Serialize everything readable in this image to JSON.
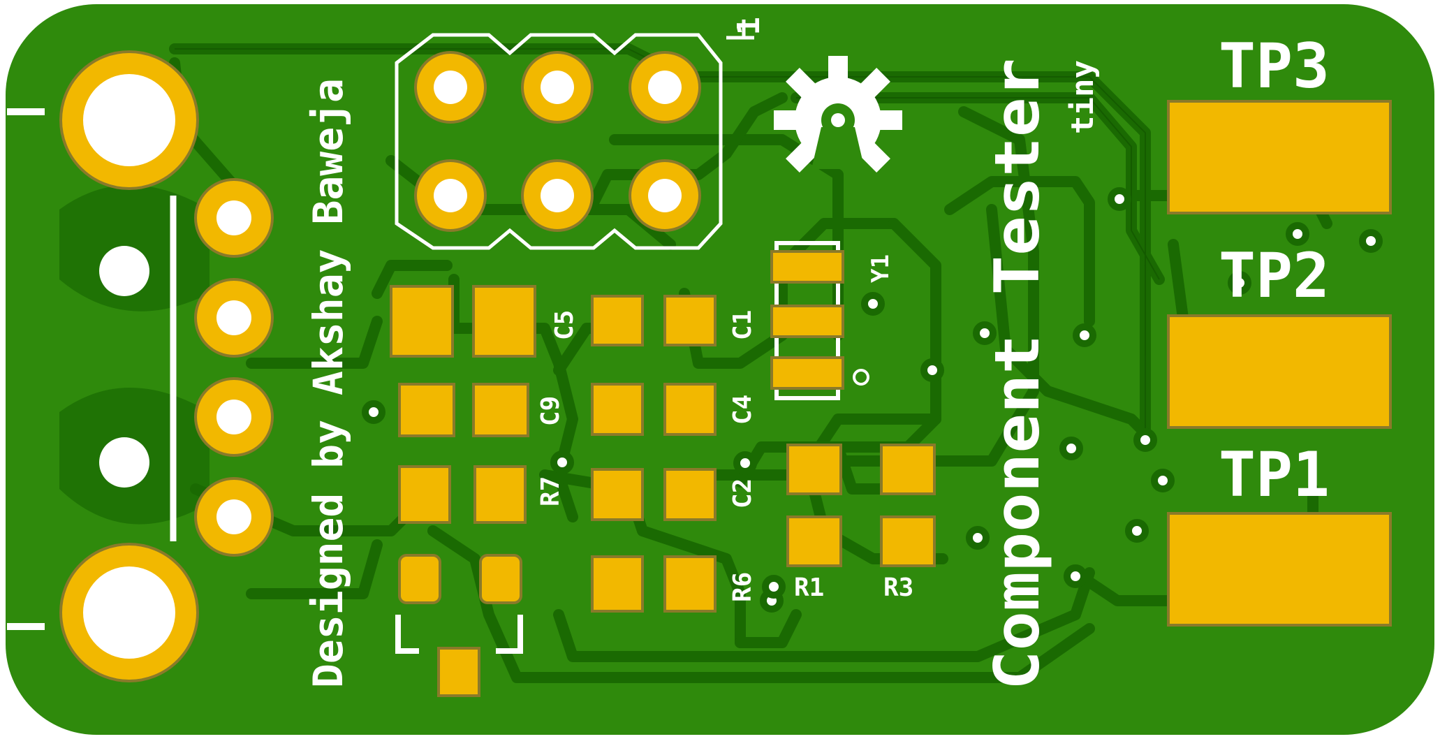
{
  "colors": {
    "board": "#2f8a0c",
    "copper_trace": "#1a6a02",
    "trace_outline": "#0f4d00",
    "pad": "#f2b800",
    "pad_edge": "#8a7a2a",
    "silkscreen": "#ffffff"
  },
  "labels": {
    "title_main": "Component Tester",
    "title_sub": "tiny",
    "credit": "Designed by Akshay Baweja",
    "pin_one": "1",
    "tp1": "TP1",
    "tp2": "TP2",
    "tp3": "TP3",
    "c1": "C1",
    "c2": "C2",
    "c4": "C4",
    "c5": "C5",
    "c9": "C9",
    "r1": "R1",
    "r3": "R3",
    "r6": "R6",
    "r7": "R7",
    "y1": "Y1"
  },
  "icons": {
    "logo": "open-hardware-gear-icon"
  }
}
